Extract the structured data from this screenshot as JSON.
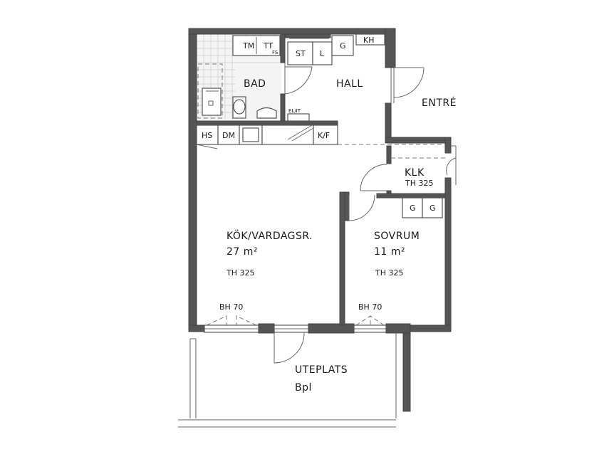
{
  "rooms": {
    "bad": "BAD",
    "hall": "HALL",
    "entre": "ENTRÉ",
    "klk": "KLK",
    "klk_th": "TH 325",
    "kok": "KÖK/VARDAGSR.",
    "kok_area": "27 m²",
    "kok_th": "TH 325",
    "sovrum": "SOVRUM",
    "sovrum_area": "11 m²",
    "sovrum_th": "TH 325",
    "uteplats": "UTEPLATS",
    "bpl": "Bpl"
  },
  "fixtures": {
    "tm": "TM",
    "tt": "TT",
    "fs": "FS",
    "st": "ST",
    "l": "L",
    "g_hall": "G",
    "kh": "KH",
    "elit": "EL/IT",
    "hs": "HS",
    "dm": "DM",
    "kf": "K/F",
    "g1": "G",
    "g2": "G"
  },
  "windows": {
    "bh_left": "BH 70",
    "bh_right": "BH 70"
  }
}
